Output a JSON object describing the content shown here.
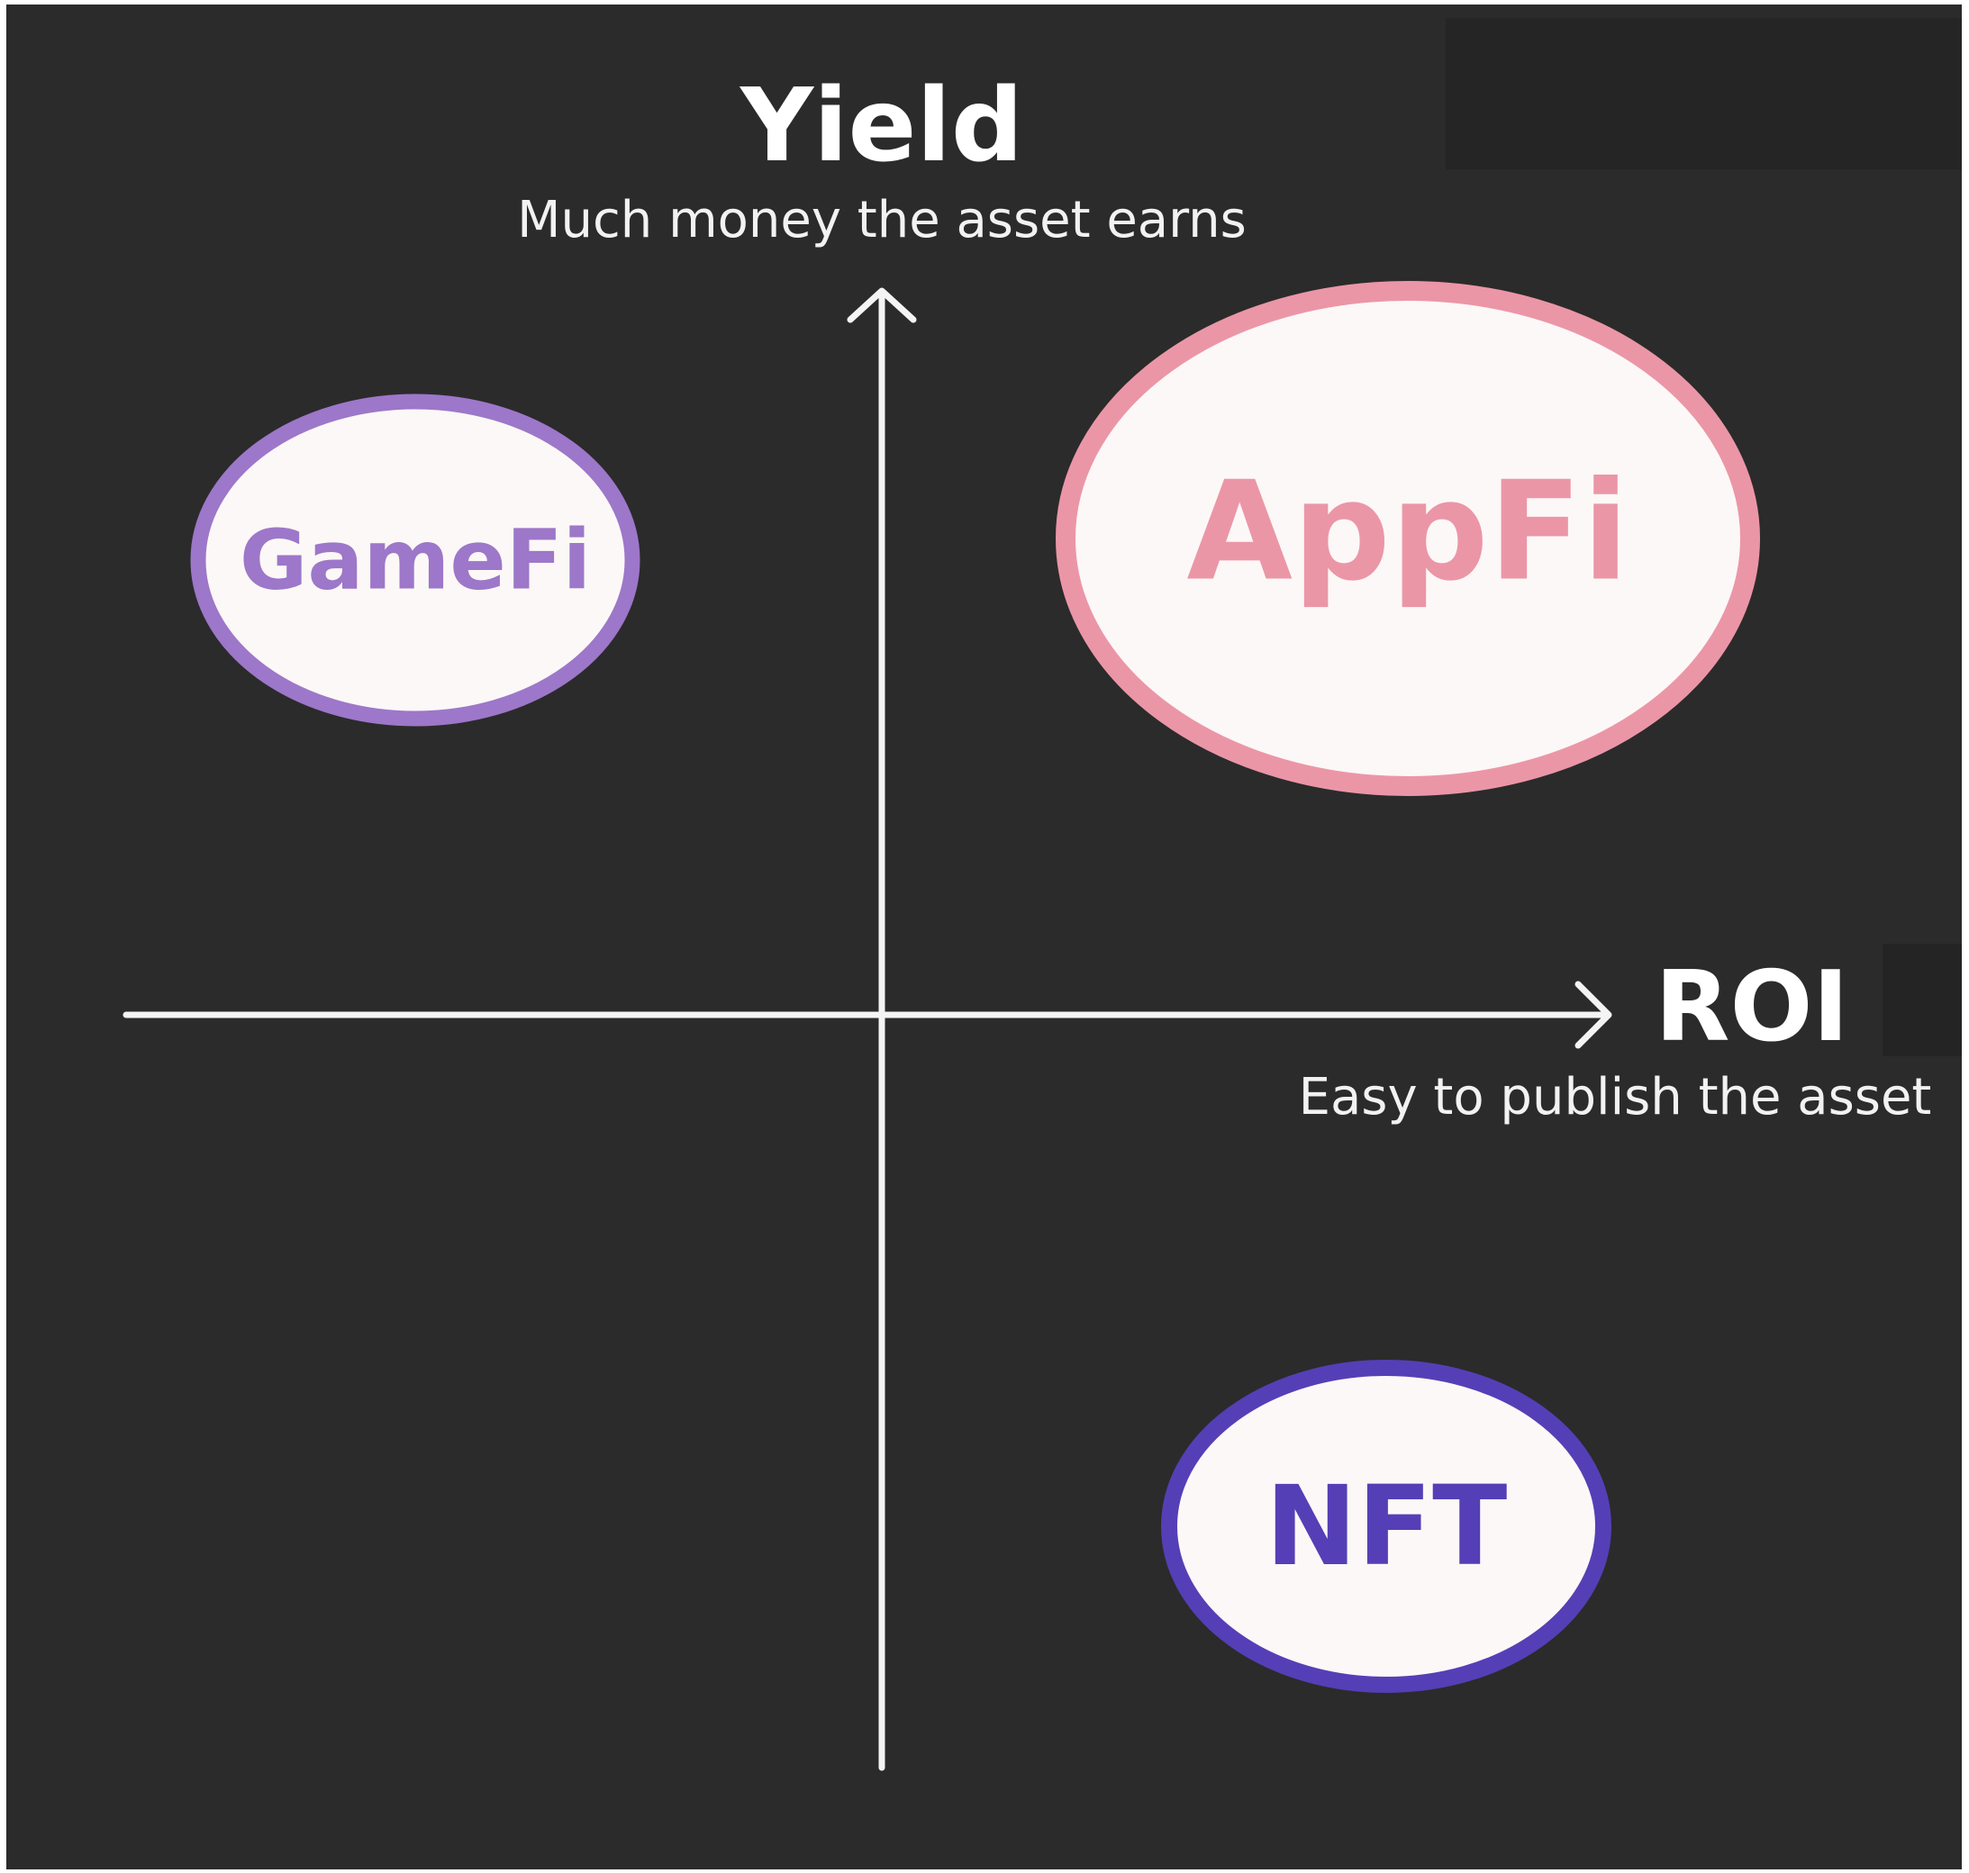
{
  "axes": {
    "y": {
      "title": "Yield",
      "subtitle": "Much money the asset earns"
    },
    "x": {
      "title": "ROI",
      "subtitle": "Easy to publish the asset"
    }
  },
  "items": [
    {
      "label": "GameFi",
      "quadrant": "top-left",
      "stroke_color": "#9d77c9",
      "text_color": "#9d77c9",
      "fill_color": "#fcf8f7"
    },
    {
      "label": "AppFi",
      "quadrant": "top-right",
      "stroke_color": "#eb96a7",
      "text_color": "#eb96a7",
      "fill_color": "#fcf8f7"
    },
    {
      "label": "NFT",
      "quadrant": "bottom-right",
      "stroke_color": "#553fb6",
      "text_color": "#553fb6",
      "fill_color": "#fcf8f7"
    }
  ],
  "colors": {
    "background": "#2b2b2b",
    "axis": "#f4f4f4",
    "text": "#ffffff"
  }
}
